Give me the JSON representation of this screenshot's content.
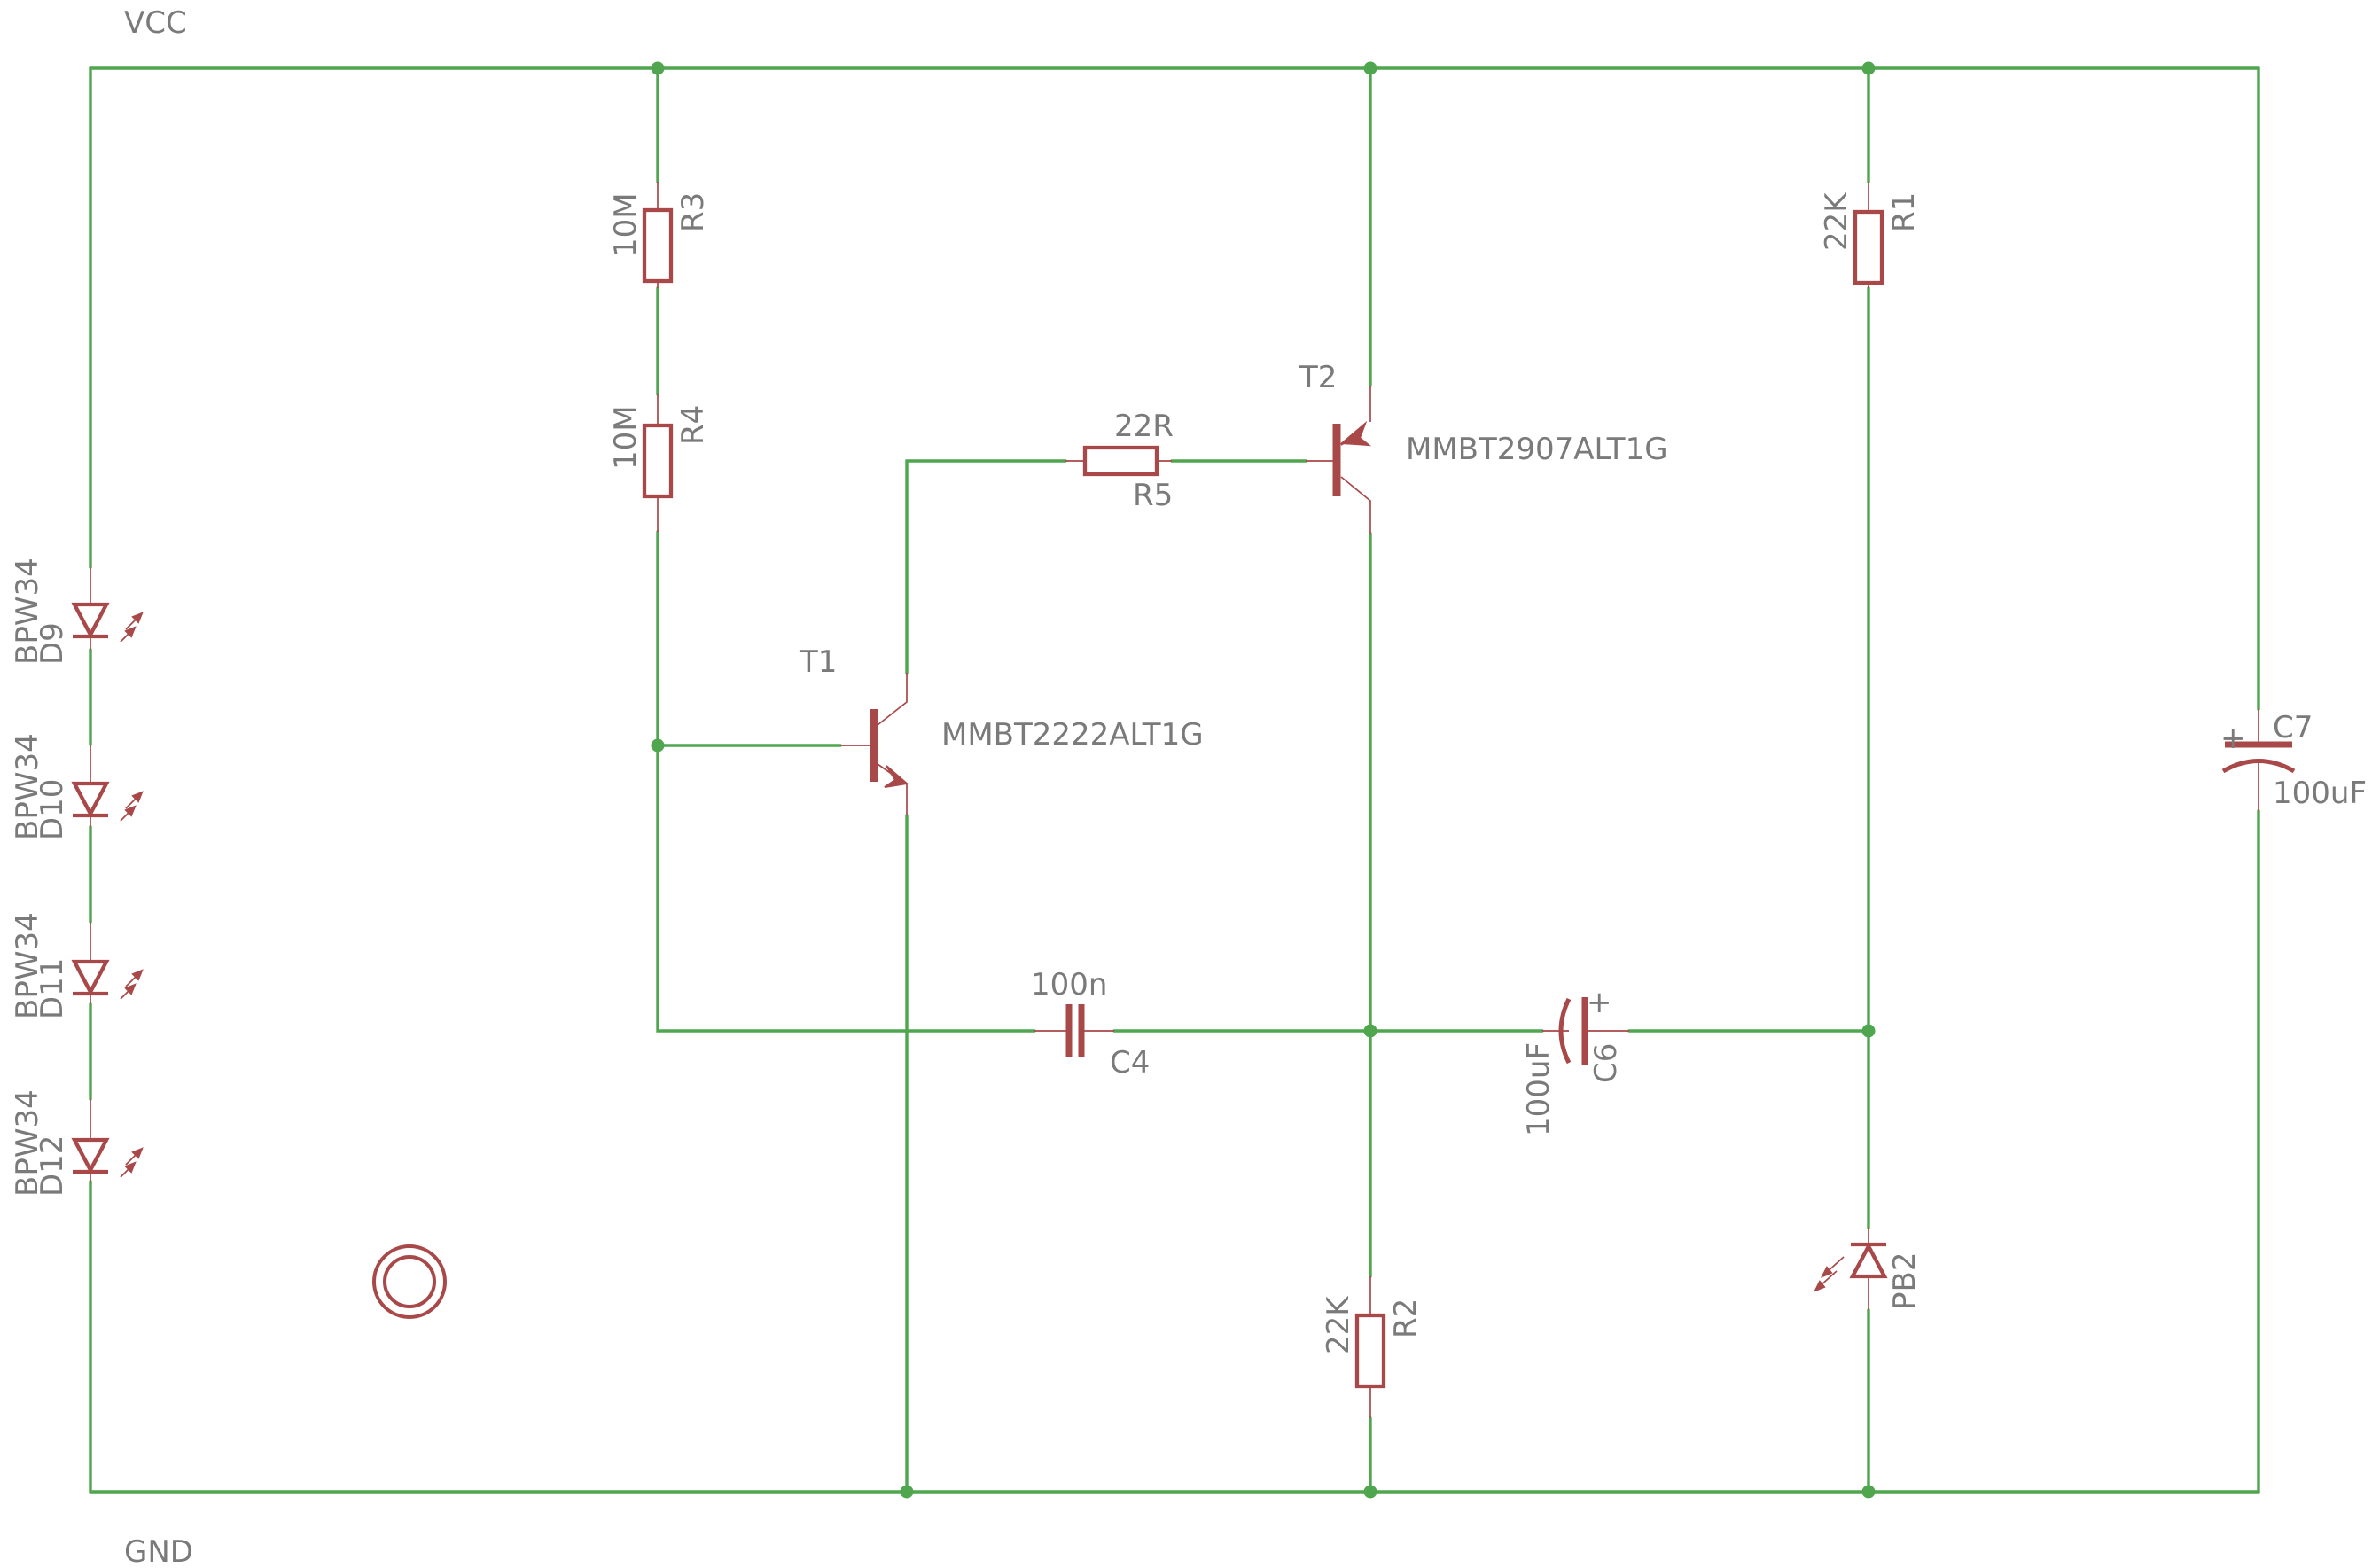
{
  "nets": {
    "vcc": "VCC",
    "gnd": "GND"
  },
  "resistors": {
    "r3": {
      "name": "R3",
      "value": "10M"
    },
    "r4": {
      "name": "R4",
      "value": "10M"
    },
    "r5": {
      "name": "R5",
      "value": "22R"
    },
    "r1": {
      "name": "R1",
      "value": "22K"
    },
    "r2": {
      "name": "R2",
      "value": "22K"
    }
  },
  "transistors": {
    "t1": {
      "name": "T1",
      "part": "MMBT2222ALT1G"
    },
    "t2": {
      "name": "T2",
      "part": "MMBT2907ALT1G"
    }
  },
  "capacitors": {
    "c4": {
      "name": "C4",
      "value": "100n"
    },
    "c6": {
      "name": "C6",
      "value": "100uF"
    },
    "c7": {
      "name": "C7",
      "value": "100uF"
    }
  },
  "photodiodes": {
    "d9": {
      "name": "D9",
      "part": "BPW34"
    },
    "d10": {
      "name": "D10",
      "part": "BPW34"
    },
    "d11": {
      "name": "D11",
      "part": "BPW34"
    },
    "d12": {
      "name": "D12",
      "part": "BPW34"
    }
  },
  "led": {
    "name": "PB2"
  },
  "polarity": {
    "plus": "+"
  },
  "colors": {
    "wire": "#4fa64f",
    "component": "#a84848",
    "label": "#7a7a7a"
  }
}
